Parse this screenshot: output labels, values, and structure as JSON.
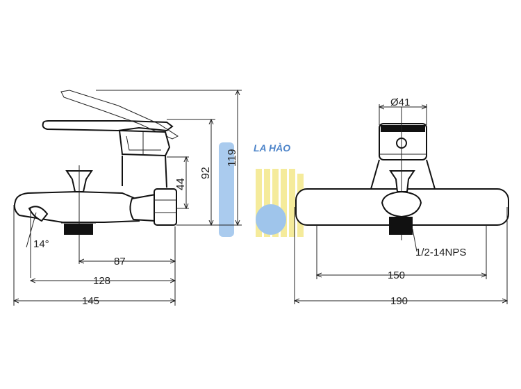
{
  "side_view": {
    "dim_overall_width": "145",
    "dim_spout_to_outlet": "128",
    "dim_body_to_outlet": "87",
    "dim_lever_height": "92",
    "dim_total_height": "119",
    "dim_body_height": "44",
    "dim_spout_angle": "14°"
  },
  "front_view": {
    "dim_top_diameter": "Ø41",
    "dim_thread": "1/2-14NPS",
    "dim_inlet_centers": "150",
    "dim_overall_width": "190"
  },
  "watermark": {
    "text": "LA HÀO",
    "colors": {
      "blue": "#6fa8e0",
      "yellow": "#f2e26a"
    }
  }
}
